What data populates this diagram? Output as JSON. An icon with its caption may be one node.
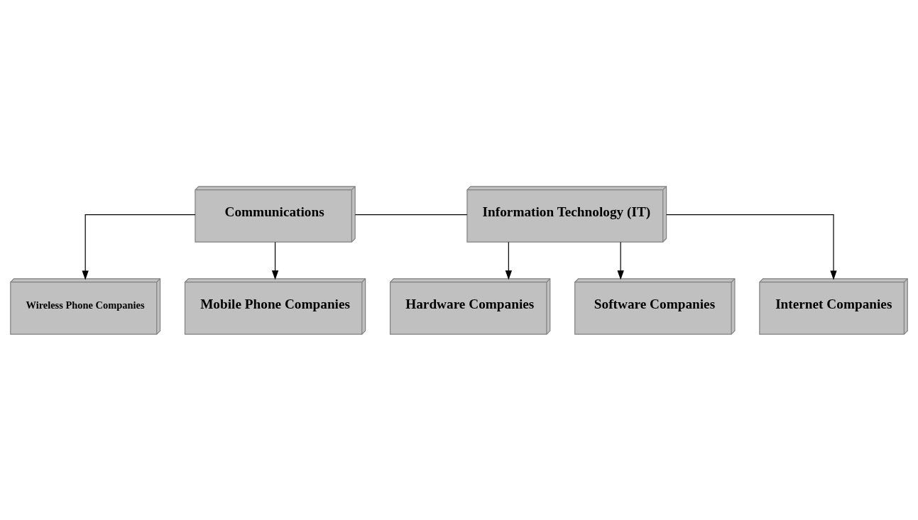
{
  "diagram": {
    "nodes": [
      {
        "text": [
          "Communications"
        ]
      },
      {
        "text": [
          "Information Technology (IT)"
        ]
      },
      {
        "text": [
          "Wireless Phone Companies"
        ]
      },
      {
        "text": [
          "Mobile Phone Companies"
        ]
      },
      {
        "text": [
          "Hardware Companies"
        ]
      },
      {
        "text": [
          "Software Companies"
        ]
      },
      {
        "text": [
          "Internet Companies"
        ]
      }
    ],
    "edges": [
      {
        "from": 0,
        "to": 1,
        "arrow": "none"
      },
      {
        "from": 0,
        "to": 2,
        "arrow": "to"
      },
      {
        "from": 0,
        "to": 3,
        "arrow": "to"
      },
      {
        "from": 1,
        "to": 4,
        "arrow": "to"
      },
      {
        "from": 1,
        "to": 5,
        "arrow": "to"
      },
      {
        "from": 1,
        "to": 6,
        "arrow": "to"
      }
    ]
  }
}
